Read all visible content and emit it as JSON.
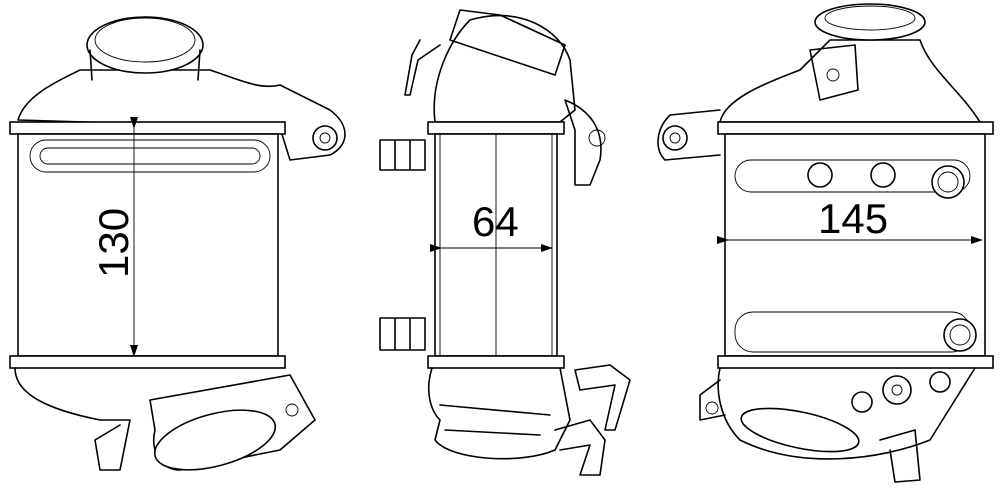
{
  "drawing": {
    "views": [
      {
        "name": "front-view",
        "dimension_label": "130"
      },
      {
        "name": "side-view",
        "dimension_label": "64"
      },
      {
        "name": "rear-view",
        "dimension_label": "145"
      }
    ]
  }
}
